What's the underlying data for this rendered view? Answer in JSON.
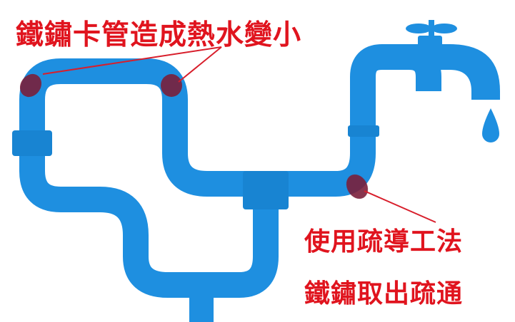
{
  "annotations": {
    "top_caption": "鐵鏽卡管造成熱水變小",
    "bottom_caption_1": "使用疏導工法",
    "bottom_caption_2": "鐵鏽取出疏通"
  },
  "colors": {
    "pipe": "#1e8fe0",
    "pipe_joint": "#1884d2",
    "rust": "#7a1f3a",
    "text": "#e0141e",
    "leader_line": "#d81e2b"
  },
  "icons": [
    "water-faucet-icon",
    "water-drop-icon",
    "rust-blockage-icon"
  ]
}
